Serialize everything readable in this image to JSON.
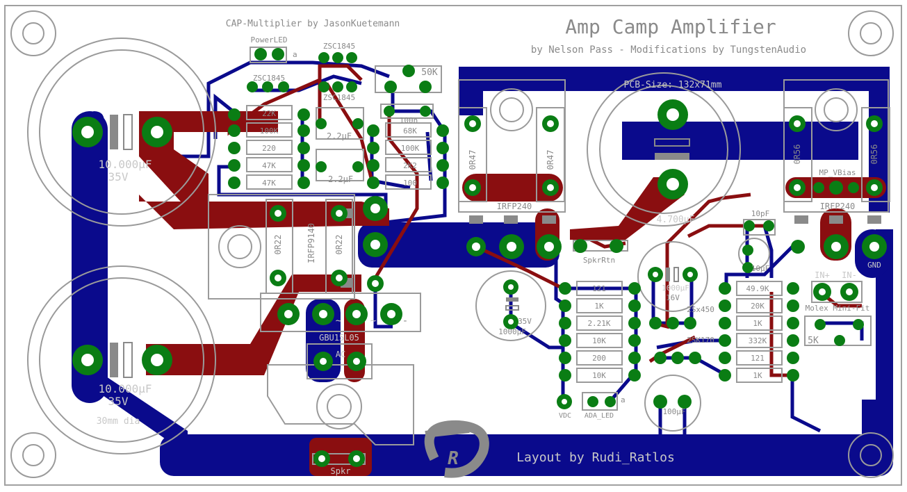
{
  "board": {
    "title": "Amp Camp Amplifier",
    "subtitle": "by Nelson Pass - Modifications by TungstenAudio",
    "cap_multiplier": "CAP-Multiplier by JasonKuetemann",
    "pcb_size": "PCB-Size: 132x71mm",
    "layout_credit": "Layout by Rudi_Ratlos",
    "logo_letter": "R"
  },
  "colors": {
    "background": "#ffffff",
    "trace_blue": "#0a0a8c",
    "trace_red": "#8a0e10",
    "pad_green": "#0a7d14",
    "silkscreen": "#8a8a8a"
  },
  "components": {
    "cap_big": {
      "value": "10.000µF",
      "voltage": "35V"
    },
    "cap_big2": {
      "value": "10.000µF",
      "voltage": "35V",
      "note": "30mm dia"
    },
    "power_led": "PowerLED",
    "power_led_a": "a",
    "zsc1": "ZSC1845",
    "zsc2": "ZSC1845",
    "zsc3": "ZSC1845",
    "pot50k": "50K",
    "res_col1": [
      "22K",
      "100K",
      "220",
      "47K",
      "47K"
    ],
    "cap_2u2_a": "2.2µF",
    "cap_2u2_b": "2.2µF",
    "cap_100n": "100n",
    "res_col2": [
      "68K",
      "100K",
      "2K2",
      "100"
    ],
    "irfp9140": "IRFP9140",
    "r0r22_a": "0R22",
    "r0r22_b": "0R22",
    "bridge": "GBU15L05",
    "bridge_pins": [
      "~",
      "~",
      "-"
    ],
    "ac": "AC",
    "spkr": "Spkr",
    "r0r47_a": "0R47",
    "r0r47_b": "0R47",
    "irfp240_a": "IRFP240",
    "irfp240_b": "IRFP240",
    "cap4700": "4.700µF",
    "spkr_rtn": "SpkrRtn",
    "cap1000_a": {
      "value": "1000µF",
      "voltage": "35V"
    },
    "res_col3": [
      "121",
      "1K",
      "2.21K",
      "10K",
      "200",
      "10K"
    ],
    "vdc": "VDC",
    "ada_led": "ADA_LED",
    "ada_led_a": "a",
    "cap1000_b": {
      "value": "1000µF",
      "voltage": "16V"
    },
    "tr_2sk": "2Sx450",
    "tr_2sk2": "2SK170",
    "cap100u": "100µF",
    "cap10pf": "10pF",
    "cap10u": "10µF",
    "res_col4": [
      "49.9K",
      "20K",
      "1K",
      "332K",
      "121",
      "1K"
    ],
    "r0r56_a": "0R56",
    "r0r56_b": "0R56",
    "mp_vbias": "MP_VBias",
    "in_plus": "IN+",
    "in_minus": "IN-",
    "molex": "Molex Mini-Fit",
    "pot5k": "5K",
    "gnd": "GND"
  }
}
